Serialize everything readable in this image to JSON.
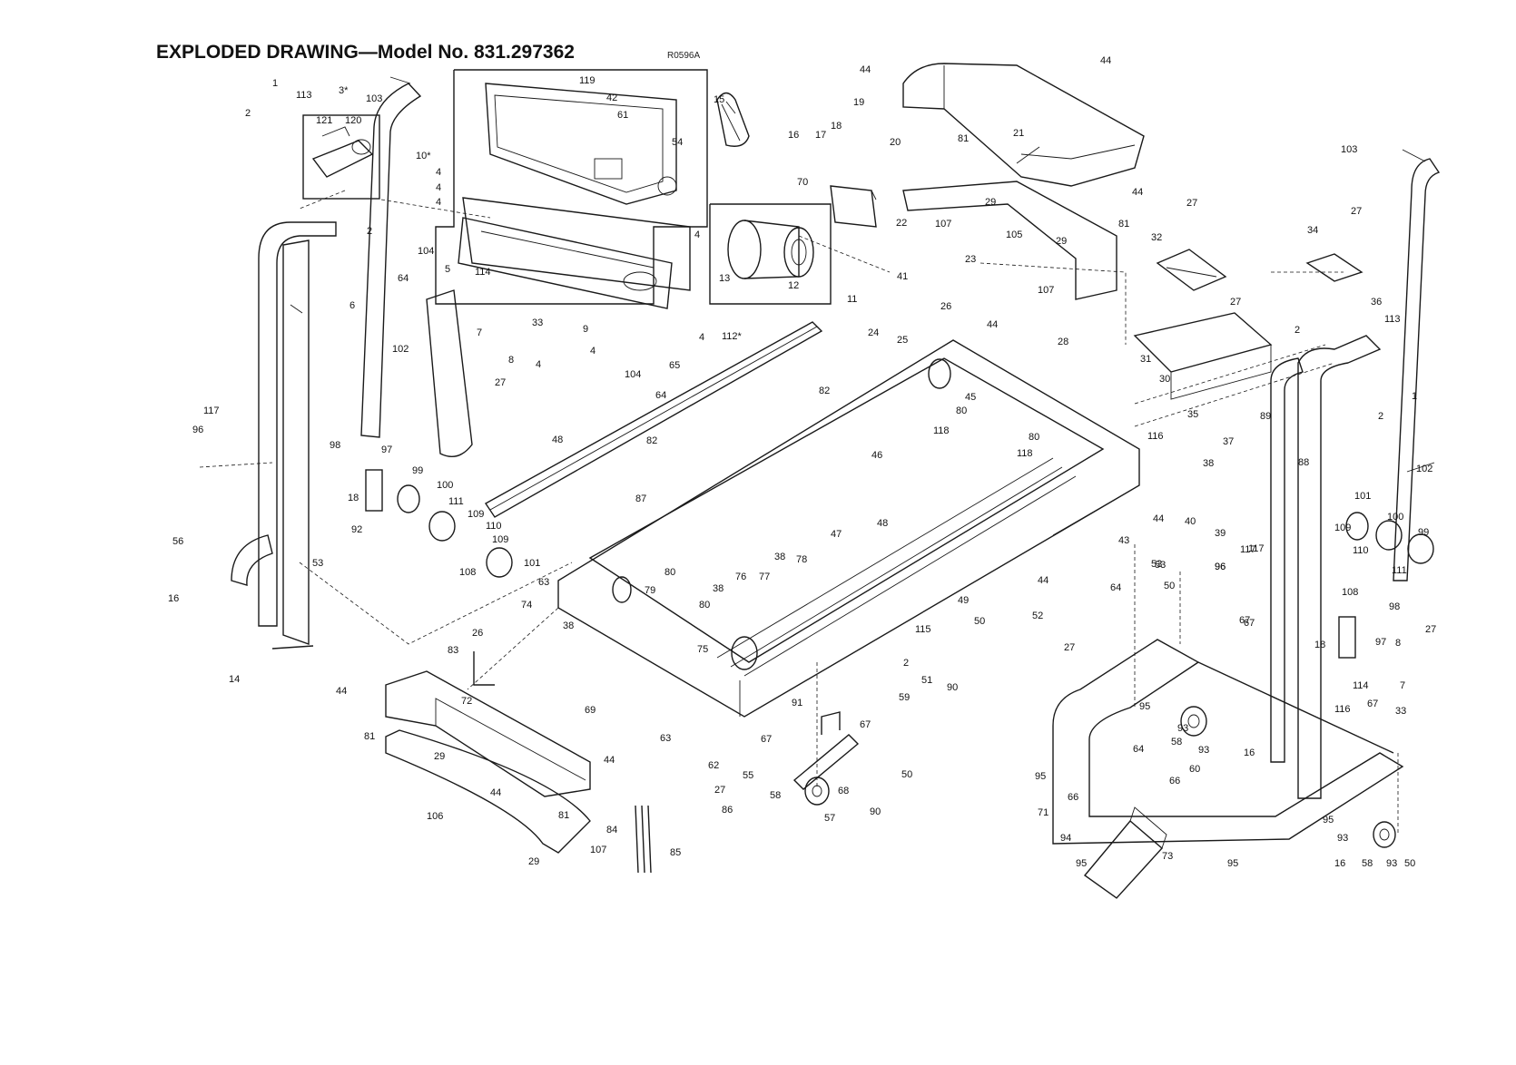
{
  "header": {
    "title": "EXPLODED DRAWING—Model No. 831.297362",
    "drawing_code": "R0596A"
  },
  "callouts": [
    {
      "id": "c1",
      "text": "1"
    },
    {
      "id": "c2",
      "text": "113"
    },
    {
      "id": "c3",
      "text": "3*"
    },
    {
      "id": "c4",
      "text": "103"
    },
    {
      "id": "c5",
      "text": "2"
    },
    {
      "id": "c6",
      "text": "121"
    },
    {
      "id": "c7",
      "text": "120"
    },
    {
      "id": "c8",
      "text": "2"
    },
    {
      "id": "c9",
      "text": "6"
    },
    {
      "id": "c10",
      "text": "102"
    },
    {
      "id": "c11",
      "text": "64"
    },
    {
      "id": "c12",
      "text": "104"
    },
    {
      "id": "c13",
      "text": "10*"
    },
    {
      "id": "c14",
      "text": "119"
    },
    {
      "id": "c15",
      "text": "42"
    },
    {
      "id": "c16",
      "text": "61"
    },
    {
      "id": "c17",
      "text": "54"
    },
    {
      "id": "c18",
      "text": "4"
    },
    {
      "id": "c19",
      "text": "4"
    },
    {
      "id": "c20",
      "text": "4"
    },
    {
      "id": "c21",
      "text": "4"
    },
    {
      "id": "c22",
      "text": "5"
    },
    {
      "id": "c23",
      "text": "114"
    },
    {
      "id": "c24",
      "text": "33"
    },
    {
      "id": "c25",
      "text": "9"
    },
    {
      "id": "c26",
      "text": "7"
    },
    {
      "id": "c27",
      "text": "8"
    },
    {
      "id": "c28",
      "text": "4"
    },
    {
      "id": "c29",
      "text": "4"
    },
    {
      "id": "c30",
      "text": "4"
    },
    {
      "id": "c31",
      "text": "104"
    },
    {
      "id": "c32",
      "text": "65"
    },
    {
      "id": "c33",
      "text": "64"
    },
    {
      "id": "c34",
      "text": "27"
    },
    {
      "id": "c35",
      "text": "15"
    },
    {
      "id": "c36",
      "text": "16"
    },
    {
      "id": "c37",
      "text": "17"
    },
    {
      "id": "c38",
      "text": "18"
    },
    {
      "id": "c39",
      "text": "19"
    },
    {
      "id": "c40",
      "text": "20"
    },
    {
      "id": "c41",
      "text": "70"
    },
    {
      "id": "c42",
      "text": "22"
    },
    {
      "id": "c43",
      "text": "13"
    },
    {
      "id": "c44",
      "text": "12"
    },
    {
      "id": "c45",
      "text": "11"
    },
    {
      "id": "c46",
      "text": "112*"
    },
    {
      "id": "c47",
      "text": "44"
    },
    {
      "id": "c48",
      "text": "44"
    },
    {
      "id": "c49",
      "text": "21"
    },
    {
      "id": "c50",
      "text": "81"
    },
    {
      "id": "c51",
      "text": "29"
    },
    {
      "id": "c52",
      "text": "107"
    },
    {
      "id": "c53",
      "text": "105"
    },
    {
      "id": "c54",
      "text": "44"
    },
    {
      "id": "c55",
      "text": "29"
    },
    {
      "id": "c56",
      "text": "81"
    },
    {
      "id": "c57",
      "text": "107"
    },
    {
      "id": "c58",
      "text": "23"
    },
    {
      "id": "c59",
      "text": "41"
    },
    {
      "id": "c60",
      "text": "26"
    },
    {
      "id": "c61",
      "text": "44"
    },
    {
      "id": "c62",
      "text": "24"
    },
    {
      "id": "c63",
      "text": "25"
    },
    {
      "id": "c64",
      "text": "45"
    },
    {
      "id": "c65",
      "text": "80"
    },
    {
      "id": "c66",
      "text": "118"
    },
    {
      "id": "c67",
      "text": "28"
    },
    {
      "id": "c68",
      "text": "27"
    },
    {
      "id": "c69",
      "text": "32"
    },
    {
      "id": "c70",
      "text": "34"
    },
    {
      "id": "c71",
      "text": "27"
    },
    {
      "id": "c72",
      "text": "103"
    },
    {
      "id": "c73",
      "text": "31"
    },
    {
      "id": "c74",
      "text": "27"
    },
    {
      "id": "c75",
      "text": "36"
    },
    {
      "id": "c76",
      "text": "113"
    },
    {
      "id": "c77",
      "text": "2"
    },
    {
      "id": "c78",
      "text": "1"
    },
    {
      "id": "c79",
      "text": "2"
    },
    {
      "id": "c80",
      "text": "89"
    },
    {
      "id": "c81",
      "text": "30"
    },
    {
      "id": "c82",
      "text": "35"
    },
    {
      "id": "c83",
      "text": "116"
    },
    {
      "id": "c84",
      "text": "37"
    },
    {
      "id": "c85",
      "text": "38"
    },
    {
      "id": "c86",
      "text": "40"
    },
    {
      "id": "c87",
      "text": "39"
    },
    {
      "id": "c88",
      "text": "43"
    },
    {
      "id": "c89",
      "text": "44"
    },
    {
      "id": "c90",
      "text": "53"
    },
    {
      "id": "c91",
      "text": "88"
    },
    {
      "id": "c92",
      "text": "102"
    },
    {
      "id": "c93",
      "text": "101"
    },
    {
      "id": "c94",
      "text": "100"
    },
    {
      "id": "c95",
      "text": "99"
    },
    {
      "id": "c96",
      "text": "109"
    },
    {
      "id": "c97",
      "text": "110"
    },
    {
      "id": "c98",
      "text": "111"
    },
    {
      "id": "c99",
      "text": "108"
    },
    {
      "id": "c100",
      "text": "117"
    },
    {
      "id": "c101",
      "text": "96"
    },
    {
      "id": "c102",
      "text": "82"
    },
    {
      "id": "c103",
      "text": "46"
    },
    {
      "id": "c104",
      "text": "48"
    },
    {
      "id": "c105",
      "text": "118"
    },
    {
      "id": "c106",
      "text": "80"
    },
    {
      "id": "c107",
      "text": "47"
    },
    {
      "id": "c108",
      "text": "48"
    },
    {
      "id": "c109",
      "text": "49"
    },
    {
      "id": "c110",
      "text": "117"
    },
    {
      "id": "c111",
      "text": "96"
    },
    {
      "id": "c112",
      "text": "98"
    },
    {
      "id": "c113",
      "text": "97"
    },
    {
      "id": "c114",
      "text": "18"
    },
    {
      "id": "c115",
      "text": "99"
    },
    {
      "id": "c116",
      "text": "100"
    },
    {
      "id": "c117",
      "text": "111"
    },
    {
      "id": "c118",
      "text": "109"
    },
    {
      "id": "c119",
      "text": "110"
    },
    {
      "id": "c120",
      "text": "109"
    },
    {
      "id": "c121",
      "text": "108"
    },
    {
      "id": "c122",
      "text": "101"
    },
    {
      "id": "c123",
      "text": "56"
    },
    {
      "id": "c124",
      "text": "92"
    },
    {
      "id": "c125",
      "text": "53"
    },
    {
      "id": "c126",
      "text": "16"
    },
    {
      "id": "c127",
      "text": "14"
    },
    {
      "id": "c128",
      "text": "63"
    },
    {
      "id": "c129",
      "text": "82"
    },
    {
      "id": "c130",
      "text": "87"
    },
    {
      "id": "c131",
      "text": "80"
    },
    {
      "id": "c132",
      "text": "79"
    },
    {
      "id": "c133",
      "text": "74"
    },
    {
      "id": "c134",
      "text": "38"
    },
    {
      "id": "c135",
      "text": "26"
    },
    {
      "id": "c136",
      "text": "83"
    },
    {
      "id": "c137",
      "text": "44"
    },
    {
      "id": "c138",
      "text": "72"
    },
    {
      "id": "c139",
      "text": "81"
    },
    {
      "id": "c140",
      "text": "29"
    },
    {
      "id": "c141",
      "text": "44"
    },
    {
      "id": "c142",
      "text": "44"
    },
    {
      "id": "c143",
      "text": "81"
    },
    {
      "id": "c144",
      "text": "106"
    },
    {
      "id": "c145",
      "text": "29"
    },
    {
      "id": "c146",
      "text": "107"
    },
    {
      "id": "c147",
      "text": "69"
    },
    {
      "id": "c148",
      "text": "63"
    },
    {
      "id": "c149",
      "text": "38"
    },
    {
      "id": "c150",
      "text": "76"
    },
    {
      "id": "c151",
      "text": "77"
    },
    {
      "id": "c152",
      "text": "38"
    },
    {
      "id": "c153",
      "text": "78"
    },
    {
      "id": "c154",
      "text": "80"
    },
    {
      "id": "c155",
      "text": "75"
    },
    {
      "id": "c156",
      "text": "50"
    },
    {
      "id": "c157",
      "text": "115"
    },
    {
      "id": "c158",
      "text": "2"
    },
    {
      "id": "c159",
      "text": "51"
    },
    {
      "id": "c160",
      "text": "59"
    },
    {
      "id": "c161",
      "text": "90"
    },
    {
      "id": "c162",
      "text": "91"
    },
    {
      "id": "c163",
      "text": "67"
    },
    {
      "id": "c164",
      "text": "67"
    },
    {
      "id": "c165",
      "text": "55"
    },
    {
      "id": "c166",
      "text": "58"
    },
    {
      "id": "c167",
      "text": "68"
    },
    {
      "id": "c168",
      "text": "57"
    },
    {
      "id": "c169",
      "text": "50"
    },
    {
      "id": "c170",
      "text": "90"
    },
    {
      "id": "c171",
      "text": "62"
    },
    {
      "id": "c172",
      "text": "27"
    },
    {
      "id": "c173",
      "text": "86"
    },
    {
      "id": "c174",
      "text": "84"
    },
    {
      "id": "c175",
      "text": "85"
    },
    {
      "id": "c176",
      "text": "52"
    },
    {
      "id": "c177",
      "text": "27"
    },
    {
      "id": "c178",
      "text": "64"
    },
    {
      "id": "c179",
      "text": "53"
    },
    {
      "id": "c180",
      "text": "50"
    },
    {
      "id": "c181",
      "text": "44"
    },
    {
      "id": "c182",
      "text": "67"
    },
    {
      "id": "c183",
      "text": "95"
    },
    {
      "id": "c184",
      "text": "93"
    },
    {
      "id": "c185",
      "text": "58"
    },
    {
      "id": "c186",
      "text": "93"
    },
    {
      "id": "c187",
      "text": "64"
    },
    {
      "id": "c188",
      "text": "60"
    },
    {
      "id": "c189",
      "text": "66"
    },
    {
      "id": "c190",
      "text": "95"
    },
    {
      "id": "c191",
      "text": "66"
    },
    {
      "id": "c192",
      "text": "71"
    },
    {
      "id": "c193",
      "text": "94"
    },
    {
      "id": "c194",
      "text": "95"
    },
    {
      "id": "c195",
      "text": "73"
    },
    {
      "id": "c196",
      "text": "95"
    },
    {
      "id": "c197",
      "text": "16"
    },
    {
      "id": "c198",
      "text": "95"
    },
    {
      "id": "c199",
      "text": "93"
    },
    {
      "id": "c200",
      "text": "16"
    },
    {
      "id": "c201",
      "text": "58"
    },
    {
      "id": "c202",
      "text": "93"
    },
    {
      "id": "c203",
      "text": "50"
    },
    {
      "id": "c204",
      "text": "98"
    },
    {
      "id": "c205",
      "text": "27"
    },
    {
      "id": "c206",
      "text": "97"
    },
    {
      "id": "c207",
      "text": "8"
    },
    {
      "id": "c208",
      "text": "7"
    },
    {
      "id": "c209",
      "text": "114"
    },
    {
      "id": "c210",
      "text": "33"
    },
    {
      "id": "c211",
      "text": "116"
    },
    {
      "id": "c212",
      "text": "67"
    },
    {
      "id": "c213",
      "text": "18"
    },
    {
      "id": "c214",
      "text": "117"
    },
    {
      "id": "c215",
      "text": "96"
    },
    {
      "id": "c216",
      "text": "67"
    }
  ]
}
